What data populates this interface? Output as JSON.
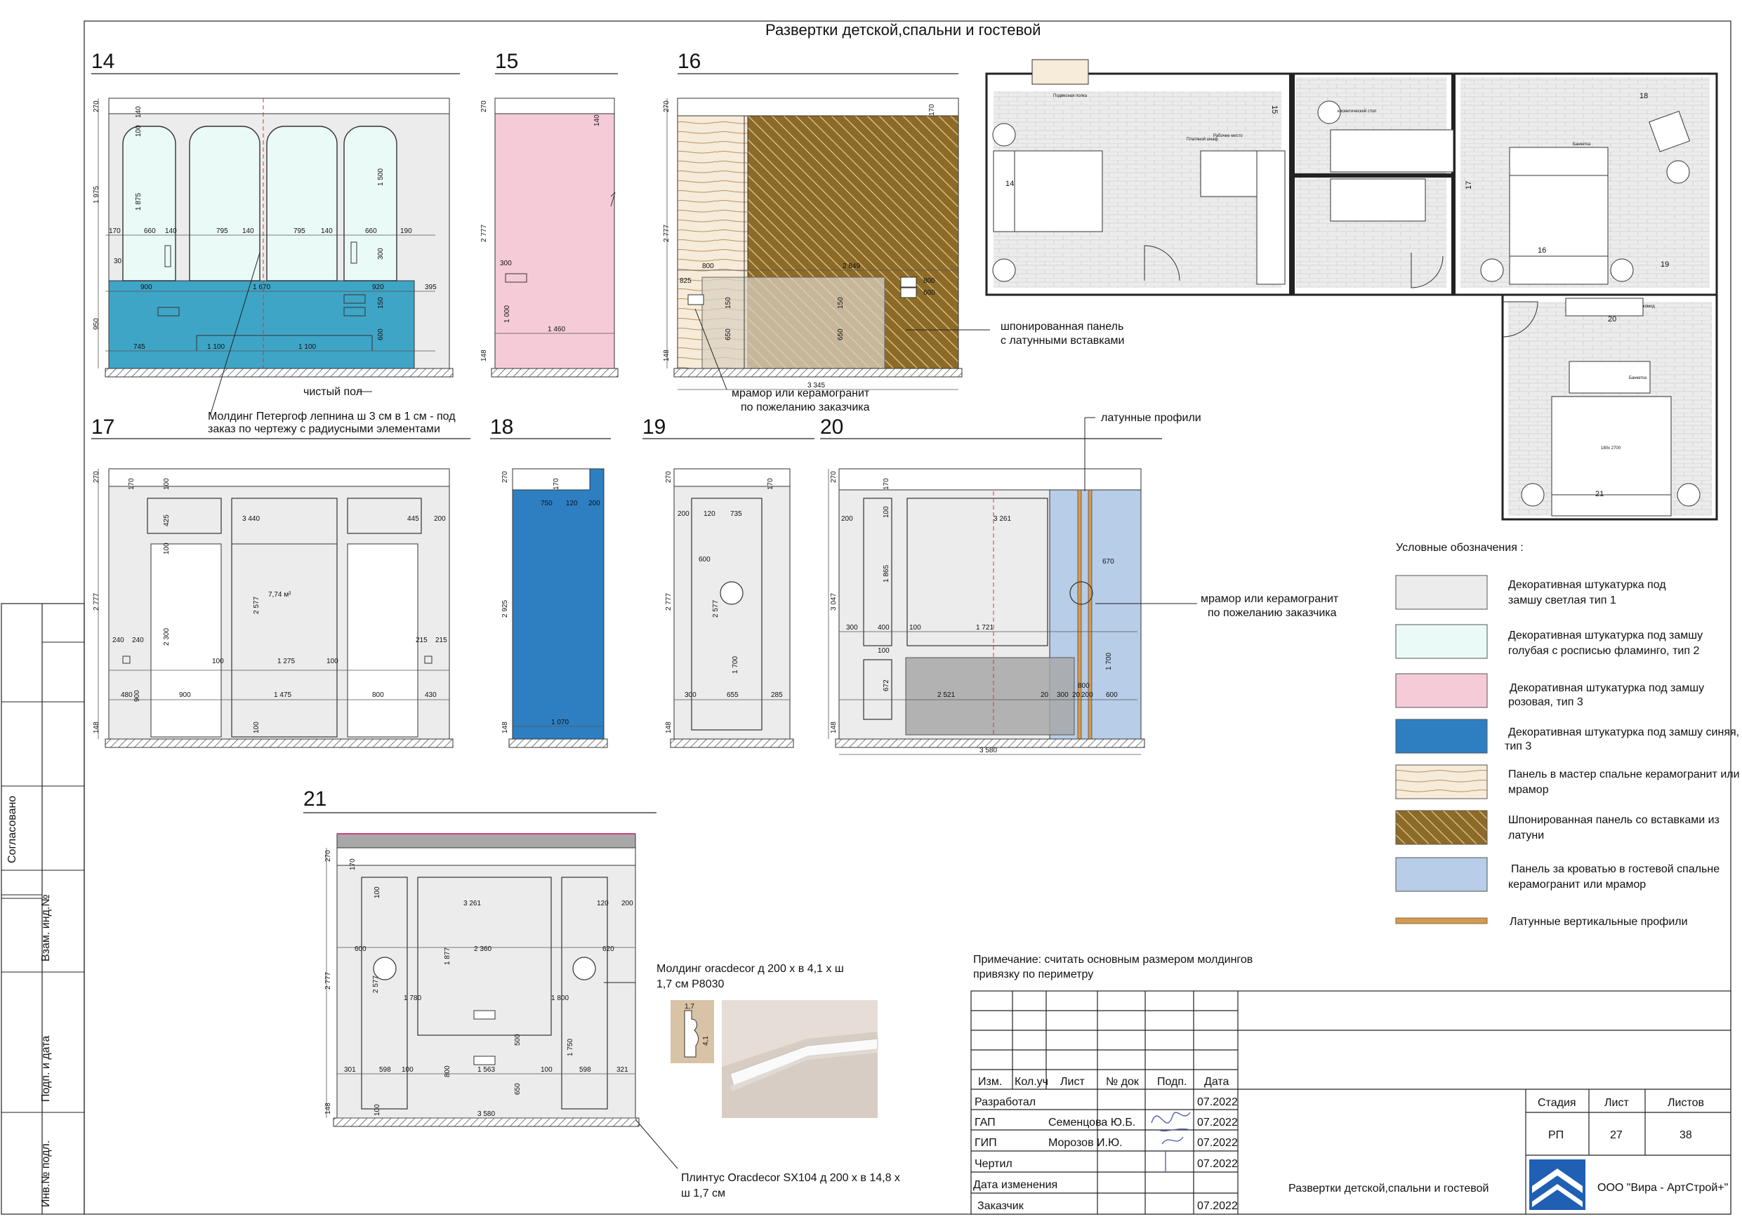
{
  "sheet": {
    "title": "Развертки детской,спальни и гостевой",
    "side_stamp": [
      "Согласовано",
      "Взам. инд.№",
      "Подп. и дата",
      "Инв.№ подл."
    ]
  },
  "elevations": [
    {
      "id": "14",
      "number": "14",
      "dims": [
        "270",
        "140",
        "1 975",
        "1 875",
        "100",
        "1 500",
        "170",
        "660",
        "140",
        "795",
        "140",
        "795",
        "140",
        "660",
        "190",
        "30",
        "300",
        "900",
        "1 670",
        "920",
        "395",
        "950",
        "150",
        "600",
        "745",
        "1 100",
        "1 100"
      ]
    },
    {
      "id": "15",
      "number": "15",
      "dims": [
        "270",
        "140",
        "2 777",
        "300",
        "1 000",
        "1 460",
        "148"
      ]
    },
    {
      "id": "16",
      "number": "16",
      "dims": [
        "270",
        "170",
        "2 777",
        "2 849",
        "800",
        "825",
        "150",
        "150",
        "650",
        "800",
        "650",
        "600",
        "148",
        "3 345"
      ]
    },
    {
      "id": "17",
      "number": "17",
      "dims": [
        "270",
        "170",
        "100",
        "425",
        "3 440",
        "445",
        "200",
        "2 777",
        "100",
        "2 577",
        "7,74 м²",
        "2 300",
        "240",
        "240",
        "100",
        "1 275",
        "100",
        "215",
        "215",
        "480",
        "900",
        "900",
        "1 475",
        "800",
        "430",
        "100",
        "148"
      ]
    },
    {
      "id": "18",
      "number": "18",
      "dims": [
        "270",
        "170",
        "750",
        "120",
        "200",
        "2 925",
        "1 070",
        "148"
      ]
    },
    {
      "id": "19",
      "number": "19",
      "dims": [
        "270",
        "170",
        "200",
        "120",
        "735",
        "600",
        "2 777",
        "2 577",
        "1 700",
        "300",
        "655",
        "285",
        "148"
      ]
    },
    {
      "id": "20",
      "number": "20",
      "dims": [
        "270",
        "170",
        "200",
        "100",
        "3 261",
        "3 047",
        "1 865",
        "670",
        "300",
        "400",
        "100",
        "1 721",
        "100",
        "672",
        "2 521",
        "20",
        "300",
        "20",
        "200",
        "800",
        "600",
        "148",
        "3 580",
        "1 700"
      ]
    },
    {
      "id": "21",
      "number": "21",
      "dims": [
        "270",
        "170",
        "100",
        "3 261",
        "120",
        "200",
        "600",
        "620",
        "2 360",
        "2 777",
        "2 577",
        "1 877",
        "1 780",
        "1 800",
        "1 750",
        "500",
        "301",
        "598",
        "100",
        "800",
        "1 563",
        "100",
        "598",
        "321",
        "650",
        "148",
        "100",
        "3 580"
      ]
    }
  ],
  "callouts": {
    "clean_floor": "чистый пол",
    "molding_peterhof": [
      "Молдинг  Петергоф лепнина  ш 3 см в 1 см - под",
      "заказ по чертежу с радиусными элементами"
    ],
    "veneer_panel": [
      "шпонированная панель",
      "с латунными вставками"
    ],
    "marble_16": [
      "мрамор или керамогранит",
      "по пожеланию заказчика"
    ],
    "brass_profiles": "латунные профили",
    "marble_20": [
      "мрамор или керамогранит",
      "по пожеланию заказчика"
    ],
    "molding_oracdecor": [
      "Молдинг  oracdecor  д 200 х в 4,1 х ш",
      "1,7 см   P8030"
    ],
    "plinth": [
      "Плинтус  Oracdecor SX104  д 200 х в 14,8 х",
      "ш 1,7 см"
    ],
    "profile_dims": [
      "1,7",
      "4,1"
    ]
  },
  "plan_labels": [
    "14",
    "15",
    "16",
    "17",
    "18",
    "19",
    "20",
    "21"
  ],
  "plan_notes": [
    "Подвесная полка",
    "Рабочее место",
    "Платяной шкаф",
    "косметический стол",
    "Банкетка",
    "Банкетка",
    "комод",
    "180х 2700"
  ],
  "legend": {
    "title": "Условные обозначения :",
    "items": [
      {
        "key": "plaster1",
        "label": [
          "Декоративная штукатурка под",
          "замшу светлая тип 1"
        ],
        "color": "#ececec"
      },
      {
        "key": "plaster2",
        "label": [
          "Декоративная штукатурка под замшу",
          "голубая с росписью фламинго, тип 2"
        ],
        "color": "#eafaf7"
      },
      {
        "key": "plaster3",
        "label": [
          "Декоративная штукатурка под замшу",
          "розовая, тип 3"
        ],
        "color": "#f5cbd8"
      },
      {
        "key": "plaster4",
        "label": [
          "Декоративная штукатурка под замшу синяя,",
          "тип 3"
        ],
        "color": "#2e7fc2"
      },
      {
        "key": "ceramic",
        "label": [
          "Панель в мастер спальне керамогранит или",
          "мрамор"
        ],
        "color": "#f7ebd9"
      },
      {
        "key": "veneer",
        "label": [
          "Шпонированная панель со вставками из",
          "латуни"
        ],
        "color": "#8c6a28"
      },
      {
        "key": "guest",
        "label": [
          "Панель за кроватью в гостевой спальне",
          "керамогранит или мрамор"
        ],
        "color": "#b7cde8"
      },
      {
        "key": "brass",
        "label": [
          "Латунные вертикальные профили"
        ],
        "color": "#d39a52"
      }
    ]
  },
  "note": [
    "Примечание:  считать основным размером молдингов",
    "привязку по периметру"
  ],
  "title_block": {
    "header": [
      "Изм.",
      "Кол.уч",
      "Лист",
      "№ док",
      "Подп.",
      "Дата"
    ],
    "rows": [
      {
        "role": "Разработал",
        "name": "",
        "date": "07.2022"
      },
      {
        "role": "ГАП",
        "name": "Семенцова Ю.Б.",
        "date": "07.2022"
      },
      {
        "role": "ГИП",
        "name": "Морозов И.Ю.",
        "date": "07.2022"
      },
      {
        "role": "Чертил",
        "name": "",
        "date": "07.2022"
      },
      {
        "role": "Дата изменения",
        "name": "",
        "date": ""
      },
      {
        "role": "Заказчик",
        "name": "",
        "date": "07.2022"
      }
    ],
    "drawing_name": "Развертки детской,спальни и гостевой",
    "stage_label": "Стадия",
    "sheet_label": "Лист",
    "sheets_label": "Листов",
    "stage": "РП",
    "sheet": "27",
    "sheets": "38",
    "company": "ООО \"Вира - АртСтрой+\"",
    "brand_color": "#1f5fb4"
  }
}
